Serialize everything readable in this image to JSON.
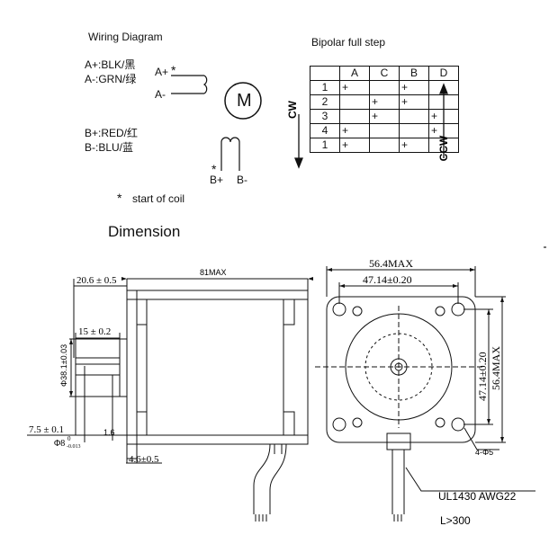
{
  "wiring": {
    "title": "Wiring Diagram",
    "a_plus": "A+:BLK/黑",
    "a_minus": "A-:GRN/绿",
    "b_plus": "B+:RED/红",
    "b_minus": "B-:BLU/蓝",
    "coil_a_plus": "A+",
    "coil_a_minus": "A-",
    "motor": "M",
    "coil_b_plus": "B+",
    "coil_b_minus": "B-",
    "start_marker": "*",
    "start_note": "start of coil"
  },
  "sequence": {
    "title": "Bipolar full step",
    "headers": [
      "A",
      "C",
      "B",
      "D"
    ],
    "rows": [
      {
        "step": "1",
        "cells": [
          "+",
          "",
          "+",
          ""
        ]
      },
      {
        "step": "2",
        "cells": [
          "",
          "+",
          "+",
          ""
        ]
      },
      {
        "step": "3",
        "cells": [
          "",
          "+",
          "",
          "+"
        ]
      },
      {
        "step": "4",
        "cells": [
          "+",
          "",
          "",
          "+"
        ]
      },
      {
        "step": "1",
        "cells": [
          "+",
          "",
          "+",
          ""
        ]
      }
    ],
    "cw_label": "CW",
    "ccw_label": "CCW"
  },
  "dimension": {
    "title": "Dimension",
    "side": {
      "flange_thk": "20.6 ± 0.5",
      "body_len": "81MAX",
      "shaft_flat": "15 ± 0.2",
      "boss_dia": "Φ38.1±0.03",
      "shaft_len": "7.5 ± 0.1",
      "shaft_dia": "Φ8",
      "shaft_tol": "-0.013",
      "shaft_tol_top": "0",
      "flat_depth": "1.6",
      "flange_gap": "4.6±0.5"
    },
    "front": {
      "width_max": "56.4MAX",
      "hole_pitch": "47.14±0.20",
      "v_pitch": "47.14±0.20",
      "v_max": "56.4MAX",
      "holes": "4-Φ5",
      "cable": "UL1430  AWG22",
      "lead_len": "L>300"
    }
  }
}
